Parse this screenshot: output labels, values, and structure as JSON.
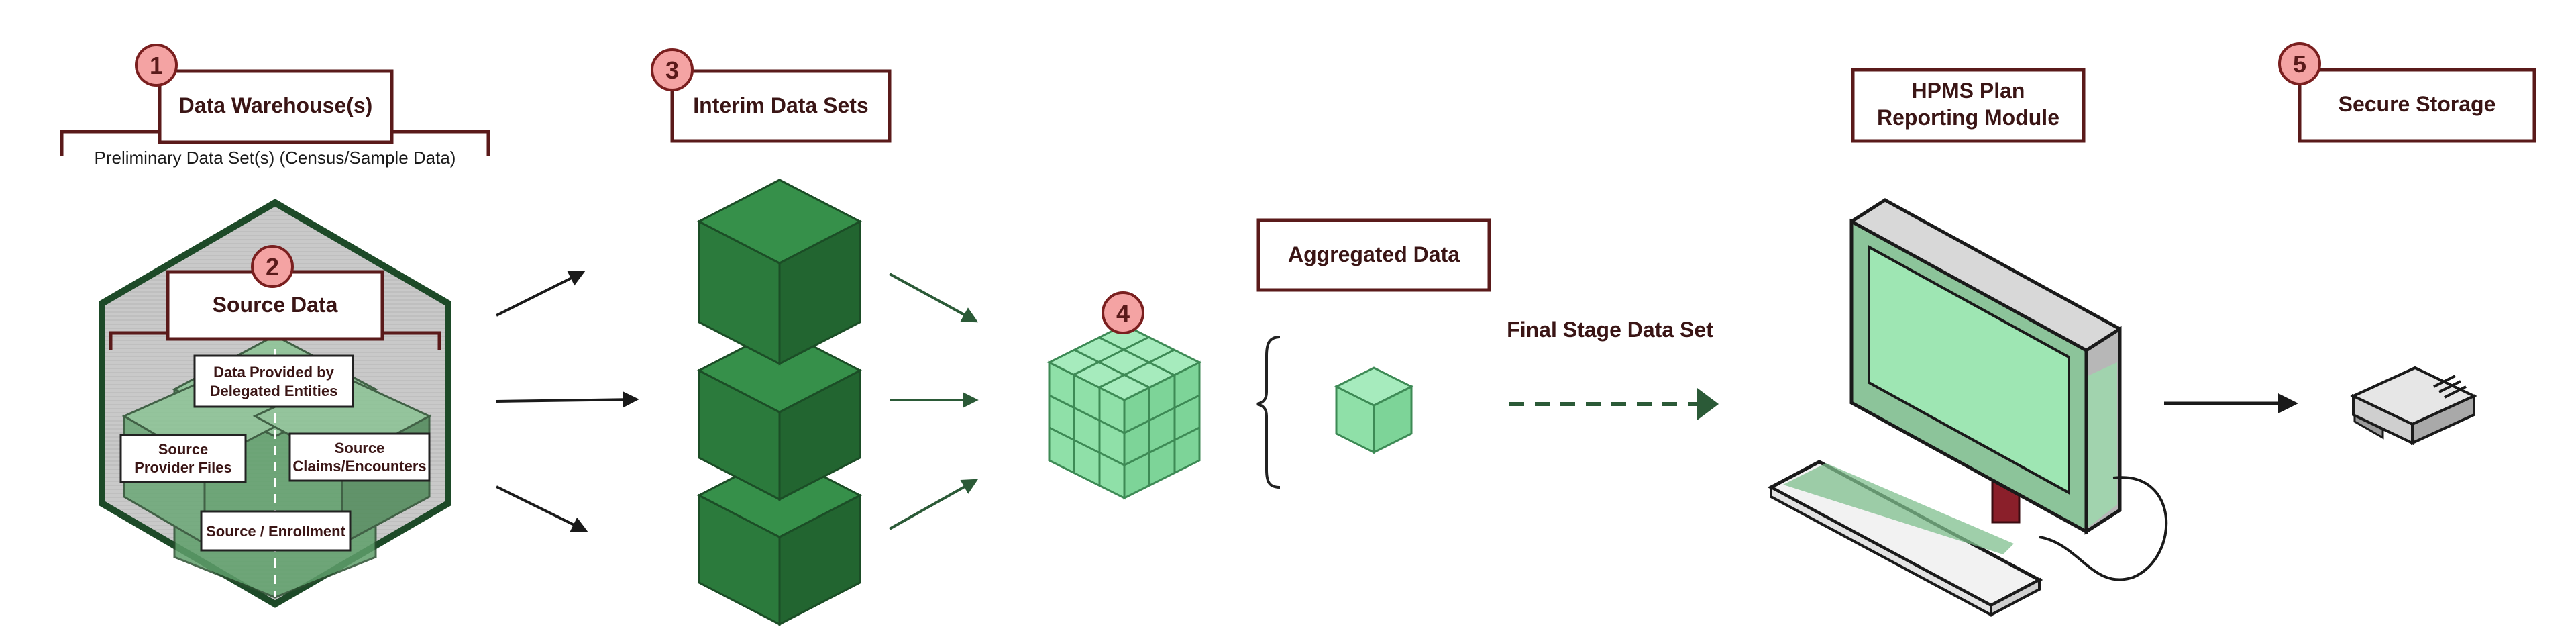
{
  "steps": {
    "s1": {
      "number": "1",
      "title": "Data Warehouse(s)",
      "subtitle": "Preliminary Data Set(s) (Census/Sample Data)"
    },
    "s2": {
      "number": "2",
      "title": "Source Data",
      "items": {
        "delegated_l1": "Data Provided by",
        "delegated_l2": "Delegated Entities",
        "provider_l1": "Source",
        "provider_l2": "Provider Files",
        "claims_l1": "Source",
        "claims_l2": "Claims/Encounters",
        "enrollment": "Source / Enrollment"
      }
    },
    "s3": {
      "number": "3",
      "title": "Interim Data Sets"
    },
    "s4": {
      "number": "4",
      "title": "Aggregated Data"
    },
    "final_stage": "Final Stage Data Set",
    "hpms": {
      "title_l1": "HPMS Plan",
      "title_l2": "Reporting Module"
    },
    "s5": {
      "number": "5",
      "title": "Secure Storage"
    }
  },
  "colors": {
    "dark_green": "#2b7a3c",
    "dark_green_edge": "#1b4d26",
    "light_green": "#8fe0a8",
    "light_green_edge": "#3d8a55",
    "badge_fill": "#f4a3a3",
    "badge_stroke": "#7a1f1f",
    "label_border": "#5a1a1a",
    "arrow": "#2b5a37"
  }
}
